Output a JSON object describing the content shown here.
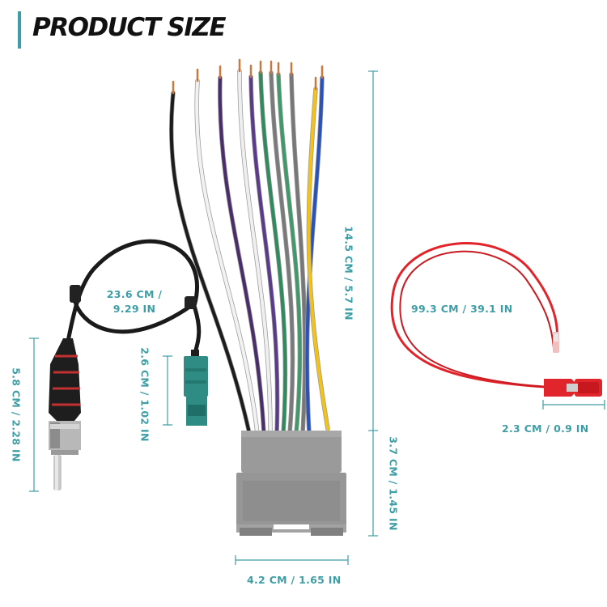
{
  "title": "PRODUCT SIZE",
  "colors": {
    "accent": "#3e9ea5",
    "connector_gray": "#9a9a9a",
    "fakra_teal": "#2f8c84",
    "red_wire": "#e2242a"
  },
  "dimensions": {
    "antenna_cable_length": {
      "line1": "23.6 CM /",
      "line2": "9.29 IN"
    },
    "fakra_height": "2.6 CM / 1.02 IN",
    "antenna_plug_height": "5.8 CM / 2.28 IN",
    "harness_wire_length": "14.5 CM / 5.7 IN",
    "connector_height": "3.7 CM / 1.45 IN",
    "connector_width": "4.2 CM / 1.65 IN",
    "red_wire_length": "99.3 CM / 39.1 IN",
    "red_connector_length": "2.3 CM / 0.9 IN"
  },
  "harness_wires": [
    {
      "color": "#1c1c1c"
    },
    {
      "color": "#f2f2f2"
    },
    {
      "color": "#4a2d6b"
    },
    {
      "color": "#efefef"
    },
    {
      "color": "#5a3a8a"
    },
    {
      "color": "#2f8a5e"
    },
    {
      "color": "#7a7a7a"
    },
    {
      "color": "#3f9a6a"
    },
    {
      "color": "#777777"
    },
    {
      "color": "#2a52b8"
    },
    {
      "color": "#f2c21a"
    }
  ]
}
